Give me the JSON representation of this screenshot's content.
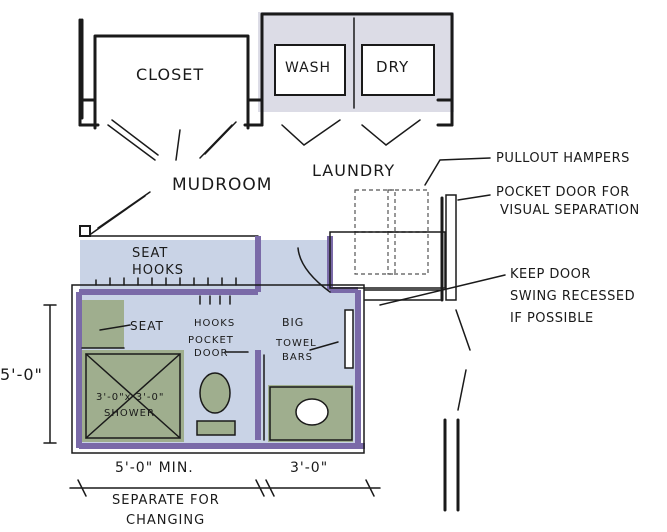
{
  "labels": {
    "closet": "CLOSET",
    "wash": "WASH",
    "dry": "DRY",
    "mudroom": "MUDROOM",
    "laundry": "LAUNDRY",
    "seat_hooks_1": "SEAT",
    "seat_hooks_2": "HOOKS",
    "seat": "SEAT",
    "hooks": "HOOKS",
    "pocket_door_1": "POCKET",
    "pocket_door_2": "DOOR",
    "big": "BIG",
    "towel_bars_1": "TOWEL",
    "towel_bars_2": "BARS",
    "shower_1": "3'-0\"x 3'-0\"",
    "shower_2": "SHOWER"
  },
  "annotations": {
    "pullout_hampers": "PULLOUT HAMPERS",
    "pocket_door_visual_1": "POCKET DOOR FOR",
    "pocket_door_visual_2": "VISUAL SEPARATION",
    "keep_door_1": "KEEP DOOR",
    "keep_door_2": "SWING RECESSED",
    "keep_door_3": "IF POSSIBLE"
  },
  "dimensions": {
    "height": "5'-0\"",
    "width_min": "5'-0\" MIN.",
    "width_right": "3'-0\"",
    "separate_1": "SEPARATE FOR",
    "separate_2": "CHANGING"
  },
  "colors": {
    "wall": "#1a1a1a",
    "accent_purple": "#7a6aa8",
    "floor_blue": "#c9d3e6",
    "fixture_green": "#9fae8e",
    "washer_fill": "#dcdce6"
  }
}
